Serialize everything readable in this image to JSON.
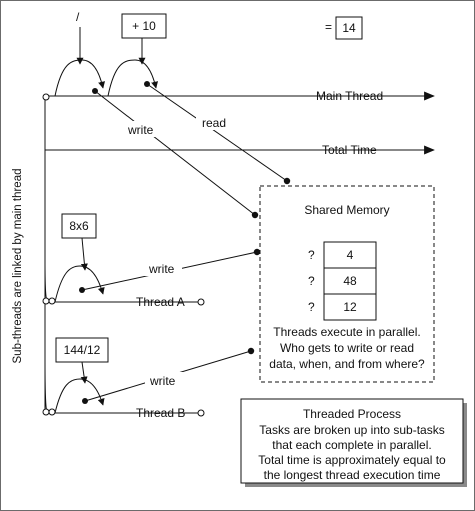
{
  "operators": {
    "divide": "/",
    "add": "+ 10",
    "multiply": "8x6",
    "divide_thread_b": "144/12"
  },
  "result": {
    "equals": "=",
    "value": "14"
  },
  "threads": {
    "main": "Main Thread",
    "total_time": "Total Time",
    "thread_a": "Thread A",
    "thread_b": "Thread B"
  },
  "actions": {
    "write_main": "write",
    "read_main": "read",
    "write_a": "write",
    "write_b": "write"
  },
  "vertical_label": "Sub-threads are linked by main thread",
  "shared_memory": {
    "title": "Shared Memory",
    "cells": [
      {
        "prefix": "?",
        "value": "4"
      },
      {
        "prefix": "?",
        "value": "48"
      },
      {
        "prefix": "?",
        "value": "12"
      }
    ],
    "caption_lines": [
      "Threads execute in parallel.",
      "Who gets to write or read",
      "data, when, and from where?"
    ]
  },
  "threaded_process": {
    "lines": [
      "Threaded Process",
      "Tasks are broken up into sub-tasks",
      "that each complete in parallel.",
      "Total time is approximately equal to",
      "the longest thread execution time"
    ]
  },
  "colors": {
    "ink": "#111111",
    "frame": "#6b6b6b",
    "background": "#ffffff"
  }
}
